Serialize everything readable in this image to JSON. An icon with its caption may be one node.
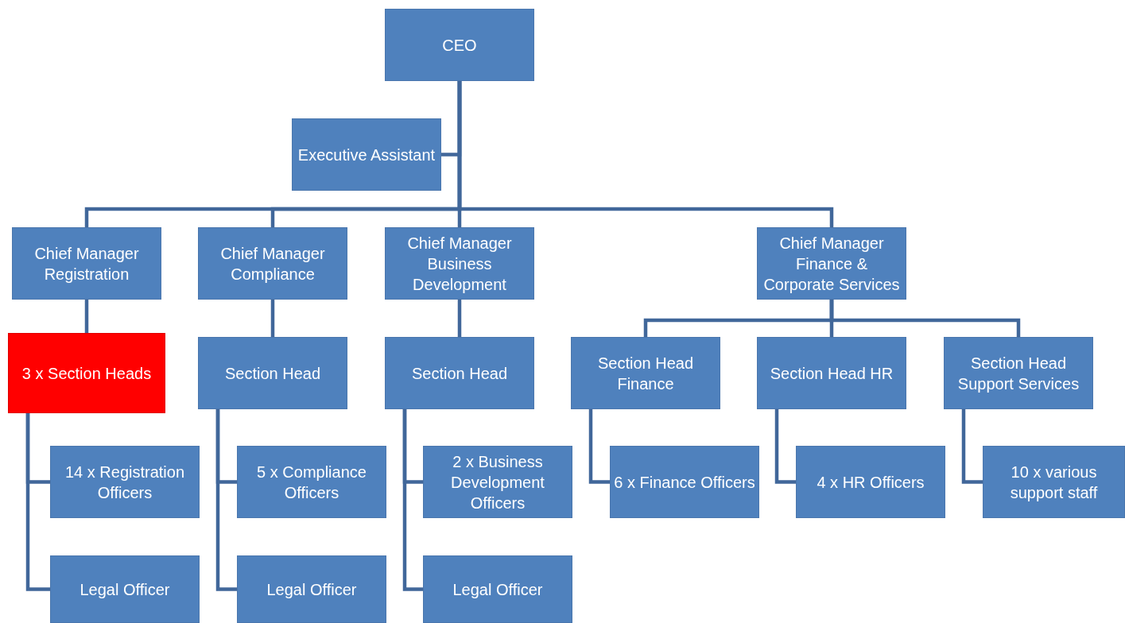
{
  "diagram": {
    "nodes": [
      {
        "text": [
          "CEO"
        ]
      },
      {
        "text": [
          "Executive Assistant"
        ]
      },
      {
        "text": [
          "Chief Manager Registration"
        ]
      },
      {
        "text": [
          "Chief Manager Compliance"
        ]
      },
      {
        "text": [
          "Chief Manager Business Development"
        ]
      },
      {
        "text": [
          "Chief Manager Finance & Corporate Services"
        ]
      },
      {
        "text": [
          "3 x Section Heads"
        ]
      },
      {
        "text": [
          "Section Head"
        ]
      },
      {
        "text": [
          "Section Head"
        ]
      },
      {
        "text": [
          "Section Head Finance"
        ]
      },
      {
        "text": [
          "Section Head HR"
        ]
      },
      {
        "text": [
          "Section Head Support Services"
        ]
      },
      {
        "text": [
          "14 x Registration Officers"
        ]
      },
      {
        "text": [
          "Legal Officer"
        ]
      },
      {
        "text": [
          "5 x Compliance Officers"
        ]
      },
      {
        "text": [
          "Legal Officer"
        ]
      },
      {
        "text": [
          "2 x Business Development Officers"
        ]
      },
      {
        "text": [
          "Legal Officer"
        ]
      },
      {
        "text": [
          "6 x Finance Officers"
        ]
      },
      {
        "text": [
          "4 x HR Officers"
        ]
      },
      {
        "text": [
          "10 x various support staff"
        ]
      }
    ],
    "edges": [
      {
        "from": 0,
        "to": 1,
        "arrow": "none"
      },
      {
        "from": 0,
        "to": 2,
        "arrow": "none"
      },
      {
        "from": 0,
        "to": 3,
        "arrow": "none"
      },
      {
        "from": 0,
        "to": 4,
        "arrow": "none"
      },
      {
        "from": 0,
        "to": 5,
        "arrow": "none"
      },
      {
        "from": 2,
        "to": 6,
        "arrow": "none"
      },
      {
        "from": 3,
        "to": 7,
        "arrow": "none"
      },
      {
        "from": 4,
        "to": 8,
        "arrow": "none"
      },
      {
        "from": 5,
        "to": 9,
        "arrow": "none"
      },
      {
        "from": 5,
        "to": 10,
        "arrow": "none"
      },
      {
        "from": 5,
        "to": 11,
        "arrow": "none"
      },
      {
        "from": 6,
        "to": 12,
        "arrow": "none"
      },
      {
        "from": 6,
        "to": 13,
        "arrow": "none"
      },
      {
        "from": 7,
        "to": 14,
        "arrow": "none"
      },
      {
        "from": 7,
        "to": 15,
        "arrow": "none"
      },
      {
        "from": 8,
        "to": 16,
        "arrow": "none"
      },
      {
        "from": 8,
        "to": 17,
        "arrow": "none"
      },
      {
        "from": 9,
        "to": 18,
        "arrow": "none"
      },
      {
        "from": 10,
        "to": 19,
        "arrow": "none"
      },
      {
        "from": 11,
        "to": 20,
        "arrow": "none"
      }
    ]
  }
}
